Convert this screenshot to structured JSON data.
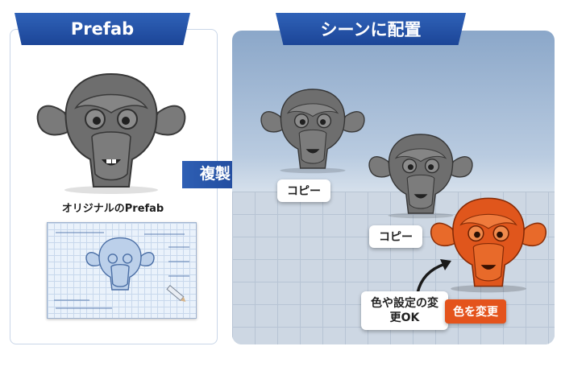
{
  "left": {
    "banner": "Prefab",
    "caption": "オリジナルのPrefab"
  },
  "action": {
    "label": "複製"
  },
  "right": {
    "banner": "シーンに配置",
    "copy_label_1": "コピー",
    "copy_label_2": "コピー",
    "note": "色や設定の変更OK",
    "changed_label": "色を変更"
  },
  "colors": {
    "banner_blue": "#2352a8",
    "monkey_gray": "#6e6e6e",
    "monkey_orange": "#e0561c",
    "blueprint": "#eaf2fb"
  },
  "icons": [
    "monkey-head-icon",
    "blueprint-icon",
    "arrow-right-icon",
    "pointer-arrow-icon"
  ]
}
